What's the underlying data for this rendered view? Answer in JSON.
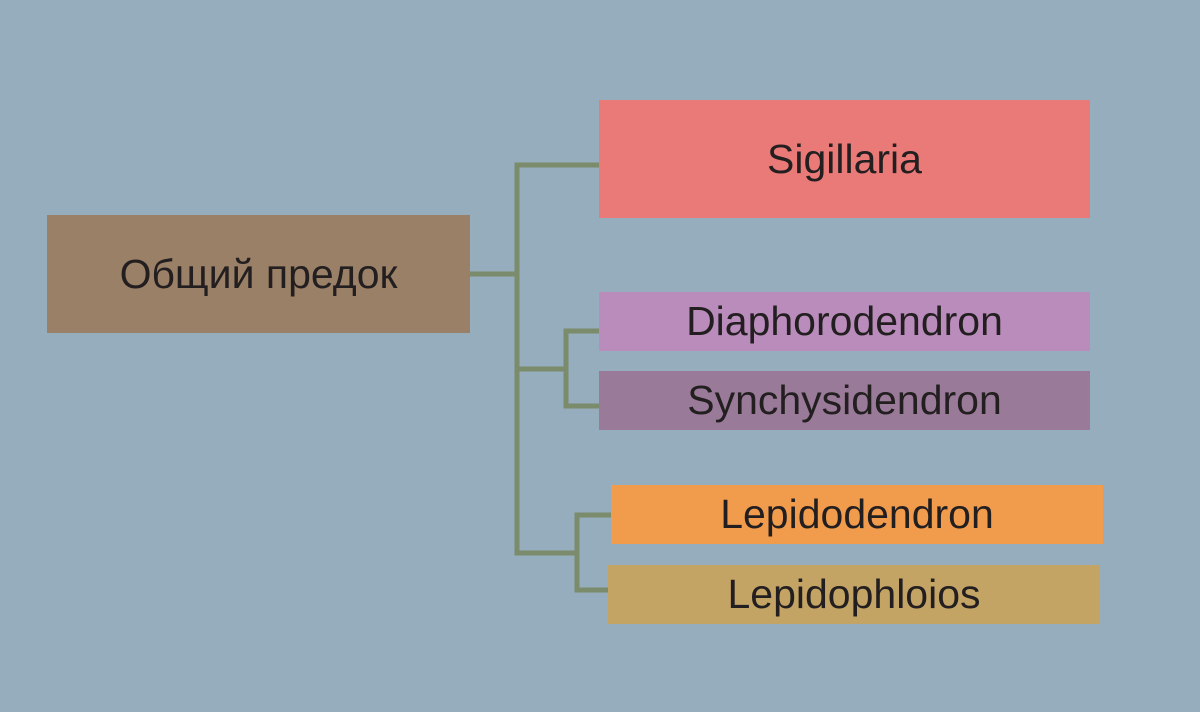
{
  "root": {
    "label": "Общий предок",
    "color": "#9a8066"
  },
  "taxa": [
    {
      "label": "Sigillaria",
      "color": "#ea7a77"
    },
    {
      "label": "Diaphorodendron",
      "color": "#b98cbb"
    },
    {
      "label": "Synchysidendron",
      "color": "#9a7a99"
    },
    {
      "label": "Lepidodendron",
      "color": "#f09c4c"
    },
    {
      "label": "Lepidophloios",
      "color": "#c4a464"
    }
  ],
  "line_color": "#7a8c6c"
}
